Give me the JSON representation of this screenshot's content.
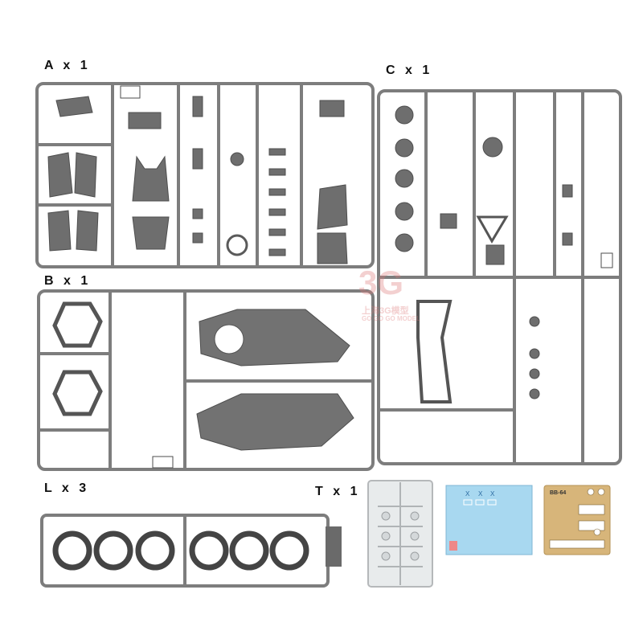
{
  "sprues": {
    "a": {
      "label": "A x 1",
      "tag": "A"
    },
    "b": {
      "label": "B x 1",
      "tag": "B"
    },
    "c": {
      "label": "C x 1",
      "tag": "C"
    },
    "l": {
      "label": "L x 3",
      "tag": "L"
    },
    "t": {
      "label": "T x 1",
      "tag": "T"
    }
  },
  "photo_etch": {
    "code": "BB-64"
  },
  "watermark": {
    "logo": "3G",
    "line1": "上海3G模型",
    "line2": "GO GO GO MODEL"
  },
  "colors": {
    "plastic": "#8a8a8a",
    "plastic_dark": "#5e5e5e",
    "decal": "#a8d8f0",
    "photo_etch": "#d7b57a"
  }
}
